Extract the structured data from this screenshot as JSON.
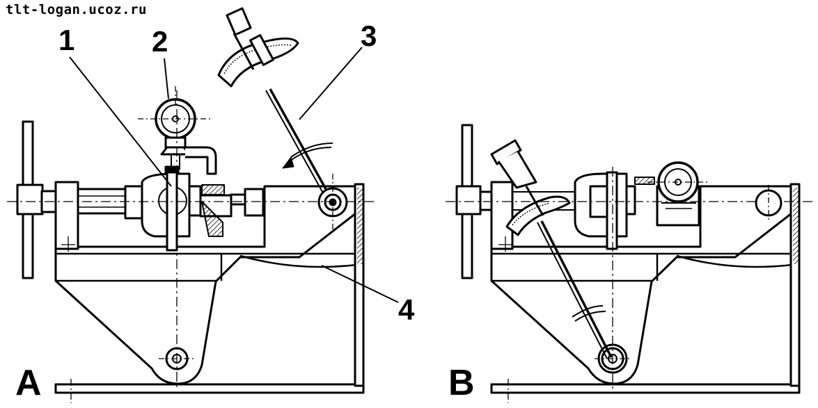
{
  "watermark": "tlt-logan.ucoz.ru",
  "callouts": [
    "1",
    "2",
    "3",
    "4"
  ],
  "views": [
    "A",
    "B"
  ]
}
